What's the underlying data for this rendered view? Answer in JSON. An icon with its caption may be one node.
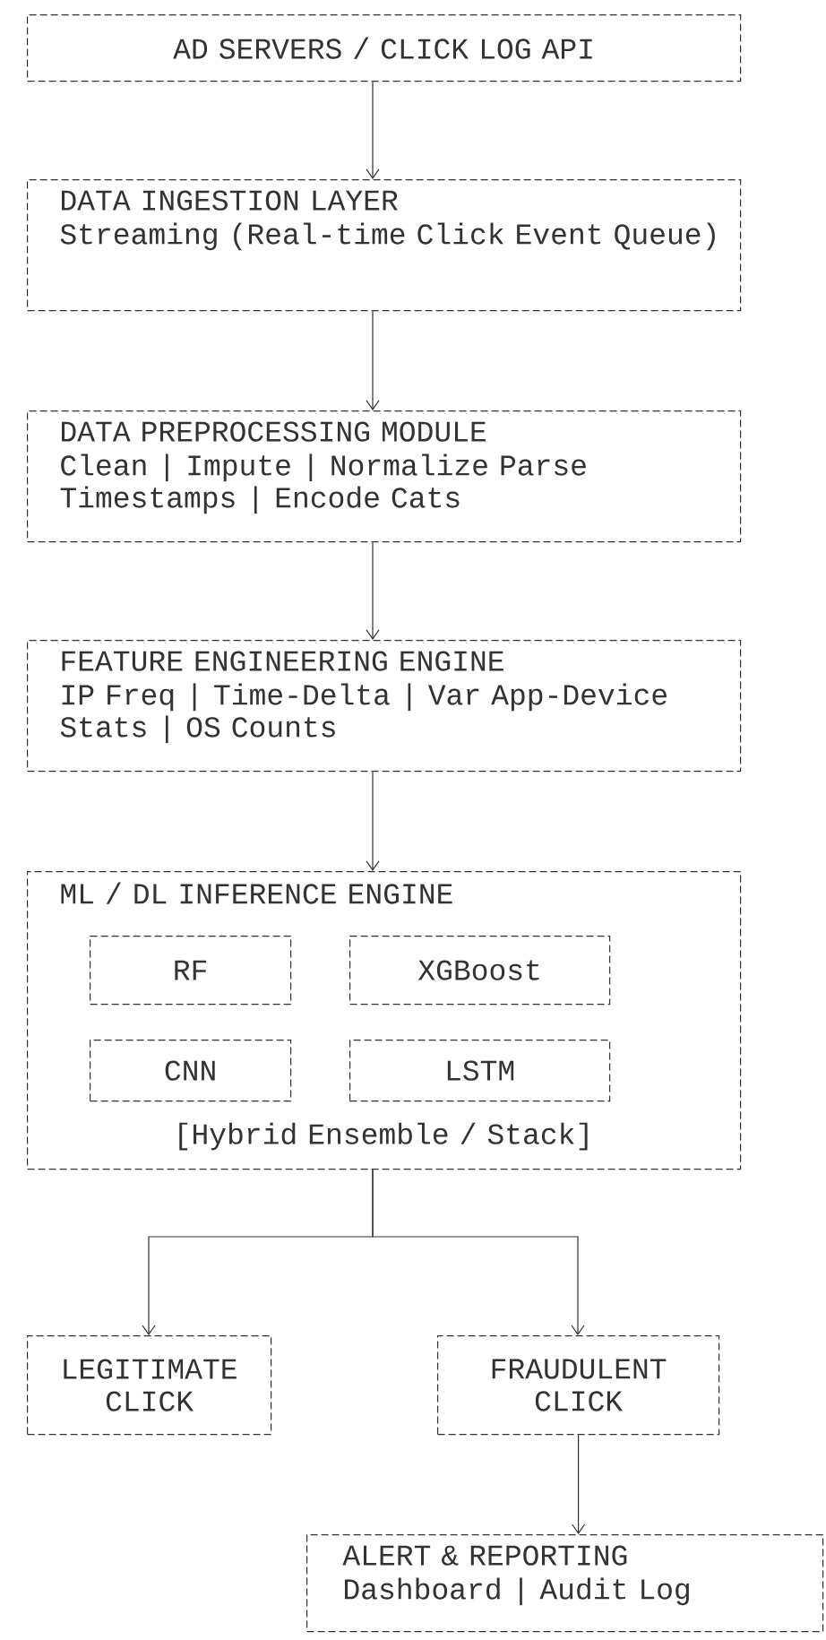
{
  "diagram": {
    "nodes": [
      {
        "text": [
          "AD SERVERS / CLICK LOG API"
        ]
      },
      {
        "text": [
          "DATA INGESTION LAYER",
          "Streaming (Real-time Click Event Queue)"
        ]
      },
      {
        "text": [
          "DATA PREPROCESSING MODULE",
          "Clean | Impute | Normalize Parse Timestamps | Encode Cats"
        ]
      },
      {
        "text": [
          "FEATURE ENGINEERING ENGINE",
          "IP Freq | Time-Delta | Var App-Device Stats | OS Counts"
        ]
      },
      {
        "text": [
          "ML / DL INFERENCE ENGINE",
          "[Hybrid Ensemble / Stack]"
        ]
      },
      {
        "text": [
          "RF"
        ],
        "in": 4
      },
      {
        "text": [
          "XGBoost"
        ],
        "in": 4
      },
      {
        "text": [
          "CNN"
        ],
        "in": 4
      },
      {
        "text": [
          "LSTM"
        ],
        "in": 4
      },
      {
        "text": [
          "LEGITIMATE CLICK"
        ]
      },
      {
        "text": [
          "FRAUDULENT CLICK"
        ]
      },
      {
        "text": [
          "ALERT & REPORTING",
          "Dashboard | Audit Log"
        ]
      }
    ],
    "edges": [
      {
        "from": 0,
        "to": 1,
        "arrow": "to"
      },
      {
        "from": 1,
        "to": 2,
        "arrow": "to"
      },
      {
        "from": 2,
        "to": 3,
        "arrow": "to"
      },
      {
        "from": 3,
        "to": 4,
        "arrow": "to"
      },
      {
        "from": 4,
        "to": 9,
        "arrow": "to"
      },
      {
        "from": 4,
        "to": 10,
        "arrow": "to"
      },
      {
        "from": 10,
        "to": 11,
        "arrow": "to"
      }
    ]
  }
}
